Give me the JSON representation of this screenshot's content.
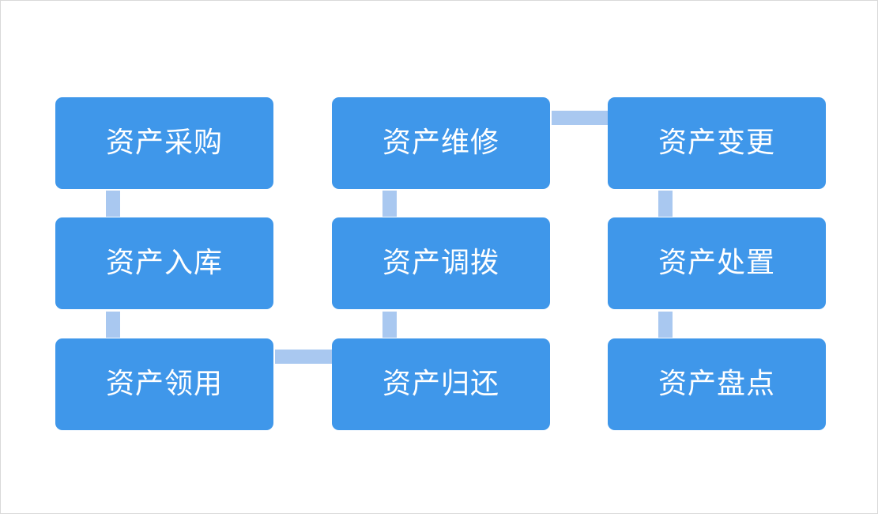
{
  "diagram": {
    "nodes": [
      {
        "id": "n1",
        "label": "资产采购"
      },
      {
        "id": "n2",
        "label": "资产入库"
      },
      {
        "id": "n3",
        "label": "资产领用"
      },
      {
        "id": "n4",
        "label": "资产维修"
      },
      {
        "id": "n5",
        "label": "资产调拨"
      },
      {
        "id": "n6",
        "label": "资产归还"
      },
      {
        "id": "n7",
        "label": "资产变更"
      },
      {
        "id": "n8",
        "label": "资产处置"
      },
      {
        "id": "n9",
        "label": "资产盘点"
      }
    ],
    "edges": [
      {
        "from": "n1",
        "to": "n2"
      },
      {
        "from": "n2",
        "to": "n3"
      },
      {
        "from": "n3",
        "to": "n6"
      },
      {
        "from": "n6",
        "to": "n5"
      },
      {
        "from": "n5",
        "to": "n4"
      },
      {
        "from": "n4",
        "to": "n7"
      },
      {
        "from": "n7",
        "to": "n8"
      },
      {
        "from": "n8",
        "to": "n9"
      }
    ],
    "colors": {
      "node_fill": "#3f97ea",
      "node_text": "#ffffff",
      "connector": "#a9c8f0",
      "background": "#ffffff"
    }
  }
}
